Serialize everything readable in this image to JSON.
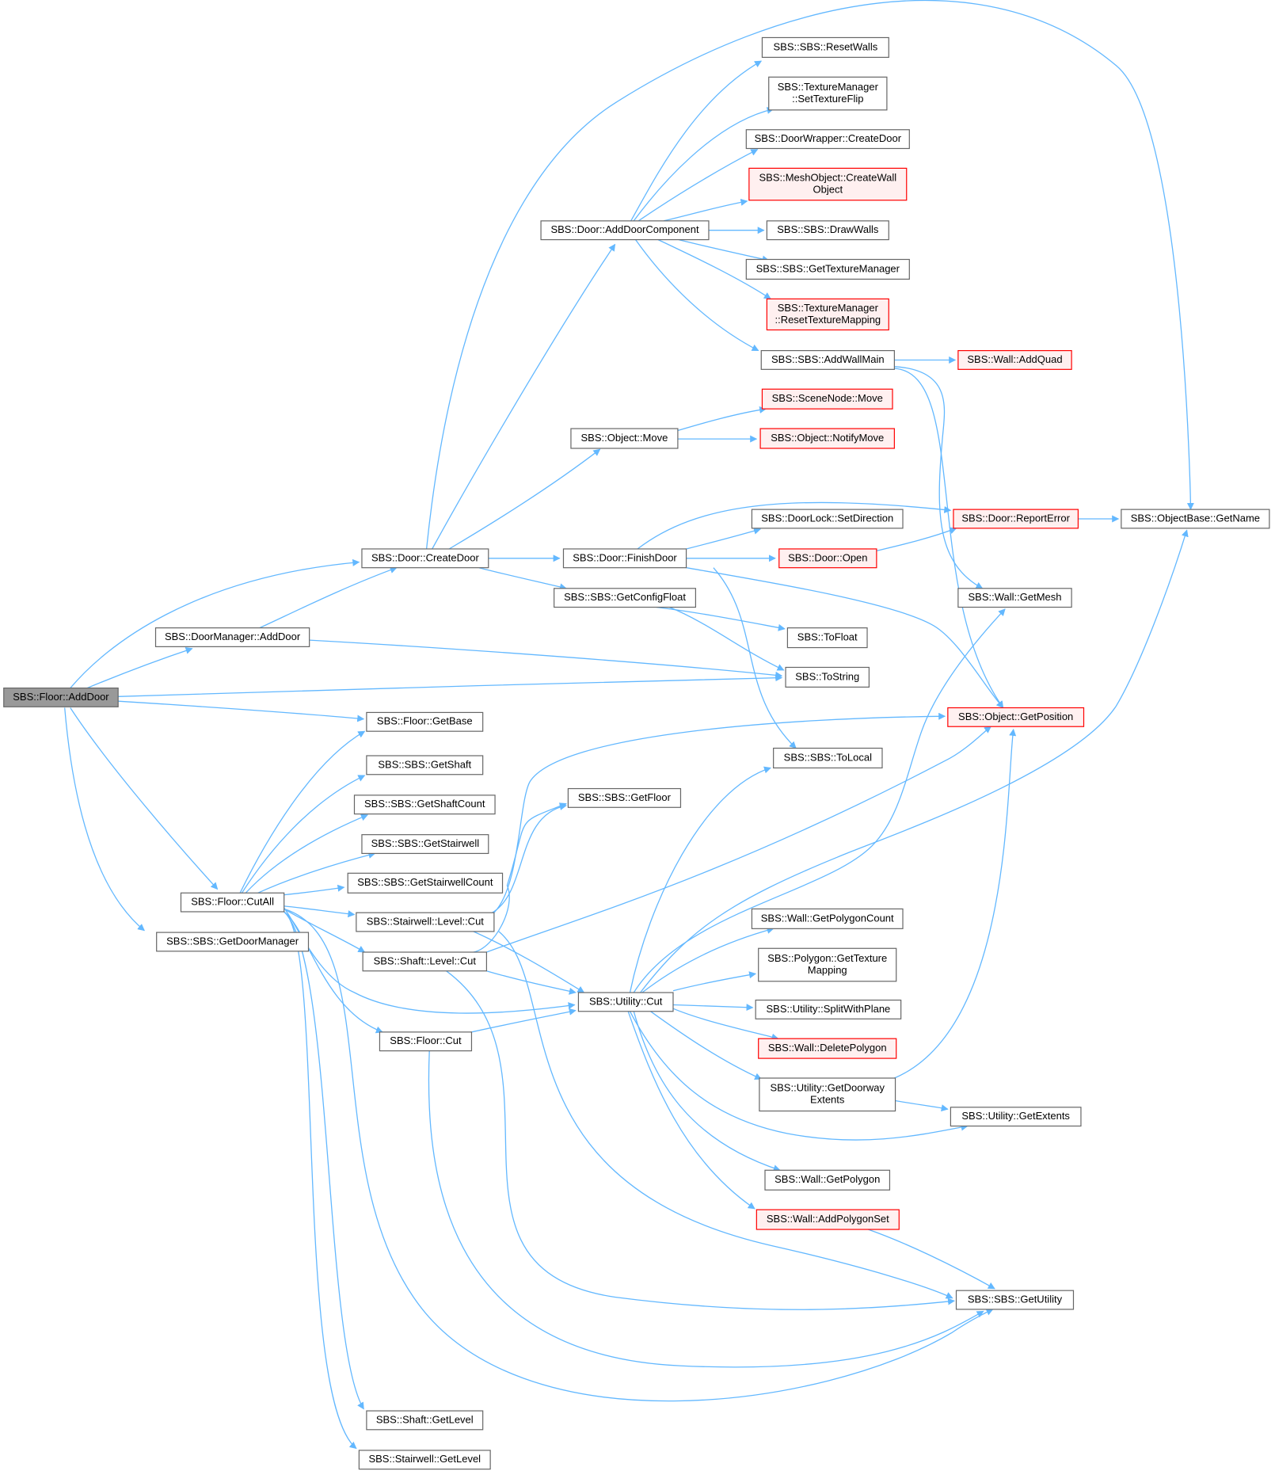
{
  "colors": {
    "edge": "#63b8ff",
    "normal_border": "#666666",
    "normal_fill": "#ffffff",
    "undocumented_border": "#ff0000",
    "undocumented_fill": "#fff0f0",
    "root_fill": "#999999",
    "root_border": "#666666"
  },
  "nodes": [
    {
      "id": "n_adddoor",
      "lines": [
        "SBS::Floor::AddDoor"
      ],
      "style": "root"
    },
    {
      "id": "n_createdoor",
      "lines": [
        "SBS::Door::CreateDoor"
      ],
      "style": "normal"
    },
    {
      "id": "n_addcomp",
      "lines": [
        "SBS::Door::AddDoorComponent"
      ],
      "style": "normal"
    },
    {
      "id": "n_resetwalls",
      "lines": [
        "SBS::SBS::ResetWalls"
      ],
      "style": "normal"
    },
    {
      "id": "n_settexflip",
      "lines": [
        "SBS::TextureManager",
        "::SetTextureFlip"
      ],
      "style": "normal"
    },
    {
      "id": "n_dw_createdoor",
      "lines": [
        "SBS::DoorWrapper::CreateDoor"
      ],
      "style": "normal"
    },
    {
      "id": "n_createwallobj",
      "lines": [
        "SBS::MeshObject::CreateWall",
        "Object"
      ],
      "style": "red"
    },
    {
      "id": "n_drawwalls",
      "lines": [
        "SBS::SBS::DrawWalls"
      ],
      "style": "normal"
    },
    {
      "id": "n_gettexmgr",
      "lines": [
        "SBS::SBS::GetTextureManager"
      ],
      "style": "normal"
    },
    {
      "id": "n_resettexmap",
      "lines": [
        "SBS::TextureManager",
        "::ResetTextureMapping"
      ],
      "style": "red"
    },
    {
      "id": "n_addwallmain",
      "lines": [
        "SBS::SBS::AddWallMain"
      ],
      "style": "normal"
    },
    {
      "id": "n_addquad",
      "lines": [
        "SBS::Wall::AddQuad"
      ],
      "style": "red"
    },
    {
      "id": "n_scenemove",
      "lines": [
        "SBS::SceneNode::Move"
      ],
      "style": "red"
    },
    {
      "id": "n_objmove",
      "lines": [
        "SBS::Object::Move"
      ],
      "style": "normal"
    },
    {
      "id": "n_notifymove",
      "lines": [
        "SBS::Object::NotifyMove"
      ],
      "style": "red"
    },
    {
      "id": "n_finishdoor",
      "lines": [
        "SBS::Door::FinishDoor"
      ],
      "style": "normal"
    },
    {
      "id": "n_setdir",
      "lines": [
        "SBS::DoorLock::SetDirection"
      ],
      "style": "normal"
    },
    {
      "id": "n_reporterr",
      "lines": [
        "SBS::Door::ReportError"
      ],
      "style": "red"
    },
    {
      "id": "n_getname",
      "lines": [
        "SBS::ObjectBase::GetName"
      ],
      "style": "normal"
    },
    {
      "id": "n_dooropen",
      "lines": [
        "SBS::Door::Open"
      ],
      "style": "red"
    },
    {
      "id": "n_getconfigfloat",
      "lines": [
        "SBS::SBS::GetConfigFloat"
      ],
      "style": "normal"
    },
    {
      "id": "n_getmesh",
      "lines": [
        "SBS::Wall::GetMesh"
      ],
      "style": "normal"
    },
    {
      "id": "n_dm_adddoor",
      "lines": [
        "SBS::DoorManager::AddDoor"
      ],
      "style": "normal"
    },
    {
      "id": "n_tofloat",
      "lines": [
        "SBS::ToFloat"
      ],
      "style": "normal"
    },
    {
      "id": "n_tostring",
      "lines": [
        "SBS::ToString"
      ],
      "style": "normal"
    },
    {
      "id": "n_getbase",
      "lines": [
        "SBS::Floor::GetBase"
      ],
      "style": "normal"
    },
    {
      "id": "n_getposition",
      "lines": [
        "SBS::Object::GetPosition"
      ],
      "style": "red"
    },
    {
      "id": "n_toloc",
      "lines": [
        "SBS::SBS::ToLocal"
      ],
      "style": "normal"
    },
    {
      "id": "n_getshaft",
      "lines": [
        "SBS::SBS::GetShaft"
      ],
      "style": "normal"
    },
    {
      "id": "n_getfloor",
      "lines": [
        "SBS::SBS::GetFloor"
      ],
      "style": "normal"
    },
    {
      "id": "n_getshaftcount",
      "lines": [
        "SBS::SBS::GetShaftCount"
      ],
      "style": "normal"
    },
    {
      "id": "n_getstairwell",
      "lines": [
        "SBS::SBS::GetStairwell"
      ],
      "style": "normal"
    },
    {
      "id": "n_getstairwellcount",
      "lines": [
        "SBS::SBS::GetStairwellCount"
      ],
      "style": "normal"
    },
    {
      "id": "n_cutall",
      "lines": [
        "SBS::Floor::CutAll"
      ],
      "style": "normal"
    },
    {
      "id": "n_stair_levelcut",
      "lines": [
        "SBS::Stairwell::Level::Cut"
      ],
      "style": "normal"
    },
    {
      "id": "n_getpolycount",
      "lines": [
        "SBS::Wall::GetPolygonCount"
      ],
      "style": "normal"
    },
    {
      "id": "n_getdoormgr",
      "lines": [
        "SBS::SBS::GetDoorManager"
      ],
      "style": "normal"
    },
    {
      "id": "n_shaft_levelcut",
      "lines": [
        "SBS::Shaft::Level::Cut"
      ],
      "style": "normal"
    },
    {
      "id": "n_gettexmapping",
      "lines": [
        "SBS::Polygon::GetTexture",
        "Mapping"
      ],
      "style": "normal"
    },
    {
      "id": "n_utilcut",
      "lines": [
        "SBS::Utility::Cut"
      ],
      "style": "normal"
    },
    {
      "id": "n_splitplane",
      "lines": [
        "SBS::Utility::SplitWithPlane"
      ],
      "style": "normal"
    },
    {
      "id": "n_floorcut",
      "lines": [
        "SBS::Floor::Cut"
      ],
      "style": "normal"
    },
    {
      "id": "n_deletepoly",
      "lines": [
        "SBS::Wall::DeletePolygon"
      ],
      "style": "red"
    },
    {
      "id": "n_getdoorwayext",
      "lines": [
        "SBS::Utility::GetDoorway",
        "Extents"
      ],
      "style": "normal"
    },
    {
      "id": "n_getextents",
      "lines": [
        "SBS::Utility::GetExtents"
      ],
      "style": "normal"
    },
    {
      "id": "n_getpolygon",
      "lines": [
        "SBS::Wall::GetPolygon"
      ],
      "style": "normal"
    },
    {
      "id": "n_addpolyset",
      "lines": [
        "SBS::Wall::AddPolygonSet"
      ],
      "style": "red"
    },
    {
      "id": "n_getutility",
      "lines": [
        "SBS::SBS::GetUtility"
      ],
      "style": "normal"
    },
    {
      "id": "n_shaft_getlevel",
      "lines": [
        "SBS::Shaft::GetLevel"
      ],
      "style": "normal"
    },
    {
      "id": "n_stair_getlevel",
      "lines": [
        "SBS::Stairwell::GetLevel"
      ],
      "style": "normal"
    }
  ],
  "edges": [
    {
      "from": "n_adddoor",
      "to": "n_createdoor"
    },
    {
      "from": "n_adddoor",
      "to": "n_dm_adddoor"
    },
    {
      "from": "n_adddoor",
      "to": "n_tostring"
    },
    {
      "from": "n_adddoor",
      "to": "n_getbase"
    },
    {
      "from": "n_adddoor",
      "to": "n_cutall"
    },
    {
      "from": "n_adddoor",
      "to": "n_getdoormgr"
    },
    {
      "from": "n_dm_adddoor",
      "to": "n_createdoor"
    },
    {
      "from": "n_dm_adddoor",
      "to": "n_tostring"
    },
    {
      "from": "n_createdoor",
      "to": "n_getname"
    },
    {
      "from": "n_createdoor",
      "to": "n_addcomp"
    },
    {
      "from": "n_createdoor",
      "to": "n_objmove"
    },
    {
      "from": "n_createdoor",
      "to": "n_finishdoor"
    },
    {
      "from": "n_createdoor",
      "to": "n_getconfigfloat"
    },
    {
      "from": "n_addcomp",
      "to": "n_resetwalls"
    },
    {
      "from": "n_addcomp",
      "to": "n_settexflip"
    },
    {
      "from": "n_addcomp",
      "to": "n_dw_createdoor"
    },
    {
      "from": "n_addcomp",
      "to": "n_createwallobj"
    },
    {
      "from": "n_addcomp",
      "to": "n_drawwalls"
    },
    {
      "from": "n_addcomp",
      "to": "n_gettexmgr"
    },
    {
      "from": "n_addcomp",
      "to": "n_resettexmap"
    },
    {
      "from": "n_addcomp",
      "to": "n_addwallmain"
    },
    {
      "from": "n_addwallmain",
      "to": "n_addquad"
    },
    {
      "from": "n_addwallmain",
      "to": "n_getmesh"
    },
    {
      "from": "n_addwallmain",
      "to": "n_getposition"
    },
    {
      "from": "n_objmove",
      "to": "n_scenemove"
    },
    {
      "from": "n_objmove",
      "to": "n_notifymove"
    },
    {
      "from": "n_finishdoor",
      "to": "n_reporterr"
    },
    {
      "from": "n_finishdoor",
      "to": "n_setdir"
    },
    {
      "from": "n_finishdoor",
      "to": "n_dooropen"
    },
    {
      "from": "n_finishdoor",
      "to": "n_getposition"
    },
    {
      "from": "n_finishdoor",
      "to": "n_toloc"
    },
    {
      "from": "n_dooropen",
      "to": "n_reporterr"
    },
    {
      "from": "n_reporterr",
      "to": "n_getname"
    },
    {
      "from": "n_getconfigfloat",
      "to": "n_tofloat"
    },
    {
      "from": "n_getconfigfloat",
      "to": "n_tostring"
    },
    {
      "from": "n_cutall",
      "to": "n_getbase"
    },
    {
      "from": "n_cutall",
      "to": "n_getshaft"
    },
    {
      "from": "n_cutall",
      "to": "n_getshaftcount"
    },
    {
      "from": "n_cutall",
      "to": "n_getstairwell"
    },
    {
      "from": "n_cutall",
      "to": "n_getstairwellcount"
    },
    {
      "from": "n_cutall",
      "to": "n_stair_levelcut"
    },
    {
      "from": "n_cutall",
      "to": "n_shaft_levelcut"
    },
    {
      "from": "n_cutall",
      "to": "n_utilcut"
    },
    {
      "from": "n_cutall",
      "to": "n_floorcut"
    },
    {
      "from": "n_cutall",
      "to": "n_getutility"
    },
    {
      "from": "n_cutall",
      "to": "n_shaft_getlevel"
    },
    {
      "from": "n_cutall",
      "to": "n_stair_getlevel"
    },
    {
      "from": "n_stair_levelcut",
      "to": "n_getfloor"
    },
    {
      "from": "n_stair_levelcut",
      "to": "n_getposition"
    },
    {
      "from": "n_stair_levelcut",
      "to": "n_utilcut"
    },
    {
      "from": "n_stair_levelcut",
      "to": "n_getutility"
    },
    {
      "from": "n_shaft_levelcut",
      "to": "n_getfloor"
    },
    {
      "from": "n_shaft_levelcut",
      "to": "n_getposition"
    },
    {
      "from": "n_shaft_levelcut",
      "to": "n_utilcut"
    },
    {
      "from": "n_shaft_levelcut",
      "to": "n_getutility"
    },
    {
      "from": "n_floorcut",
      "to": "n_utilcut"
    },
    {
      "from": "n_floorcut",
      "to": "n_getutility"
    },
    {
      "from": "n_utilcut",
      "to": "n_toloc"
    },
    {
      "from": "n_utilcut",
      "to": "n_getmesh"
    },
    {
      "from": "n_utilcut",
      "to": "n_getname"
    },
    {
      "from": "n_utilcut",
      "to": "n_getpolycount"
    },
    {
      "from": "n_utilcut",
      "to": "n_gettexmapping"
    },
    {
      "from": "n_utilcut",
      "to": "n_splitplane"
    },
    {
      "from": "n_utilcut",
      "to": "n_deletepoly"
    },
    {
      "from": "n_utilcut",
      "to": "n_getdoorwayext"
    },
    {
      "from": "n_utilcut",
      "to": "n_getextents"
    },
    {
      "from": "n_utilcut",
      "to": "n_getpolygon"
    },
    {
      "from": "n_utilcut",
      "to": "n_addpolyset"
    },
    {
      "from": "n_getdoorwayext",
      "to": "n_getextents"
    },
    {
      "from": "n_getdoorwayext",
      "to": "n_getposition"
    },
    {
      "from": "n_addpolyset",
      "to": "n_getutility"
    }
  ]
}
